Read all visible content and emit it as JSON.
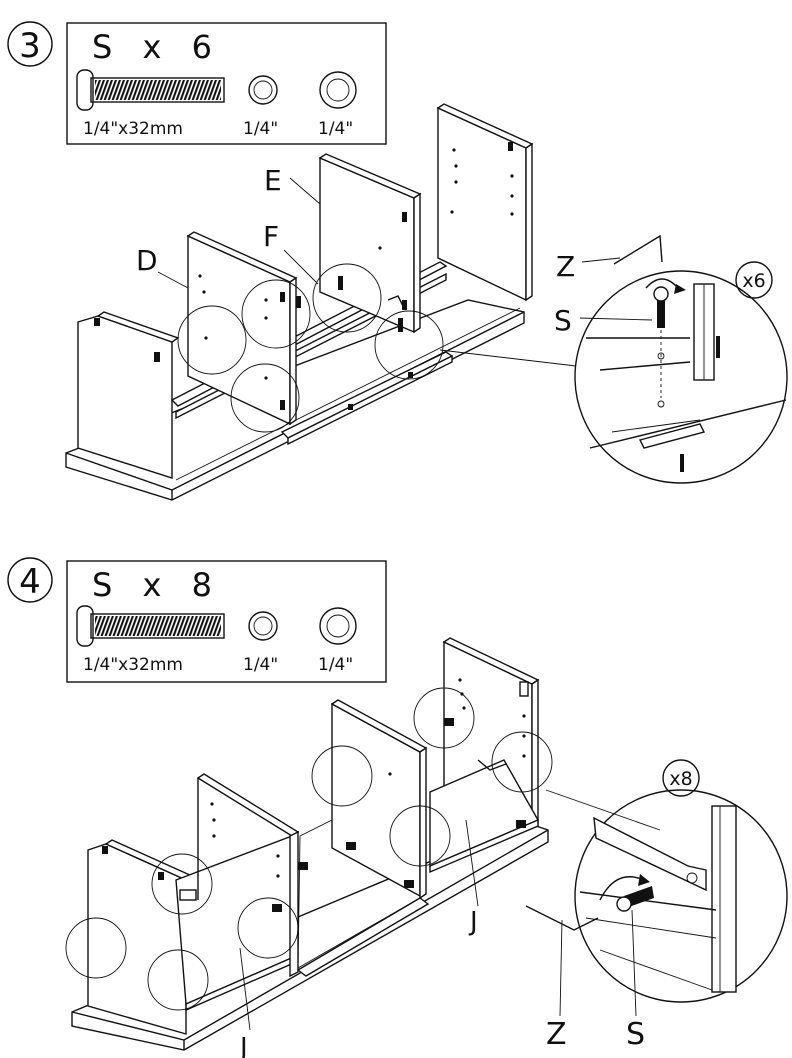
{
  "steps": [
    {
      "number": "3",
      "parts_box": {
        "title": "S x 6",
        "items": [
          {
            "icon": "bolt-icon",
            "label": "1/4\"x32mm"
          },
          {
            "icon": "lock-washer-icon",
            "label": "1/4\""
          },
          {
            "icon": "flat-washer-icon",
            "label": "1/4\""
          }
        ]
      },
      "part_labels": [
        "E",
        "F",
        "D",
        "Z",
        "S"
      ],
      "detail_callout": "x6"
    },
    {
      "number": "4",
      "parts_box": {
        "title": "S x 8",
        "items": [
          {
            "icon": "bolt-icon",
            "label": "1/4\"x32mm"
          },
          {
            "icon": "lock-washer-icon",
            "label": "1/4\""
          },
          {
            "icon": "flat-washer-icon",
            "label": "1/4\""
          }
        ]
      },
      "part_labels": [
        "J",
        "J",
        "Z",
        "S"
      ],
      "detail_callout": "x8"
    }
  ]
}
